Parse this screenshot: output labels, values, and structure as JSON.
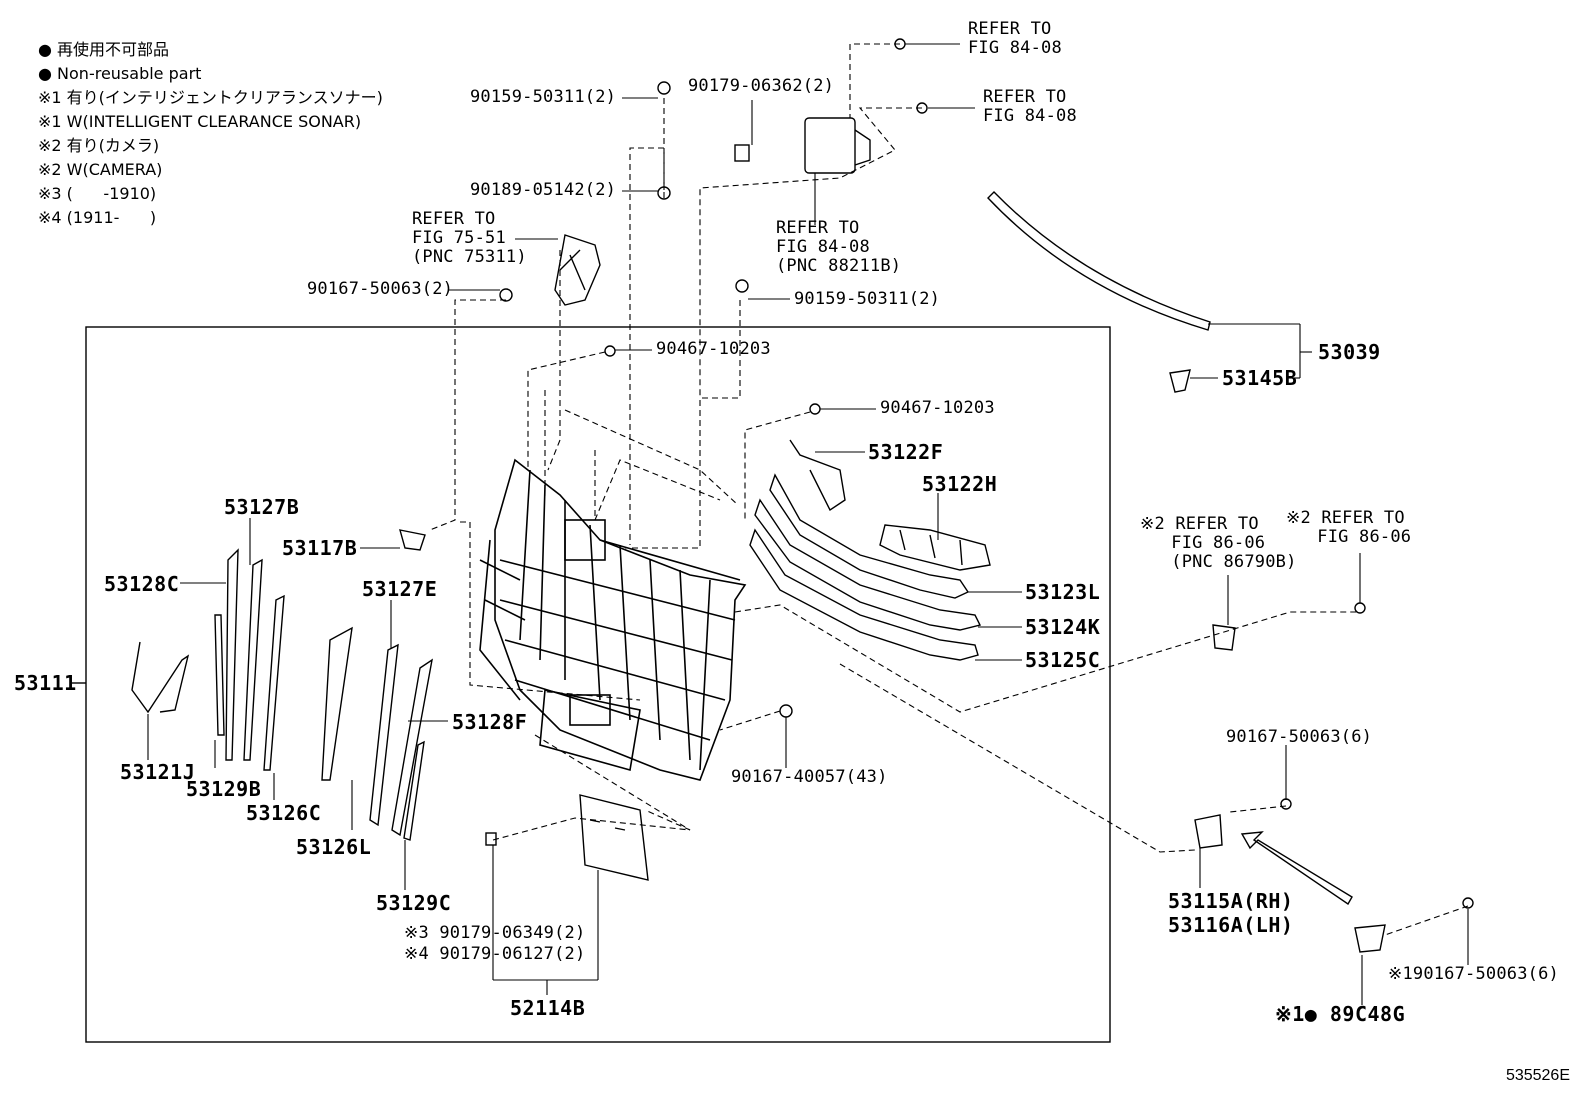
{
  "legend": [
    "● 再使用不可部品",
    "● Non-reusable part",
    "※1 有り(インテリジェントクリアランスソナー)",
    "※1 W(INTELLIGENT CLEARANCE SONAR)",
    "※2 有り(カメラ)",
    "※2 W(CAMERA)",
    "※3 (      -1910)",
    "※4 (1911-      )"
  ],
  "labels": {
    "ref_top1": "REFER TO\nFIG 84-08",
    "ref_top2": "REFER TO\nFIG 84-08",
    "ref_mid": "REFER TO\nFIG 84-08\n(PNC 88211B)",
    "ref_7551": "REFER TO\nFIG 75-51\n(PNC 75311)",
    "ref_8606a": "※2 REFER TO\n   FIG 86-06\n   (PNC 86790B)",
    "ref_8606b": "※2 REFER TO\n   FIG 86-06",
    "p90159a": "90159-50311(2)",
    "p90179a": "90179-06362(2)",
    "p90189": "90189-05142(2)",
    "p90167a": "90167-50063(2)",
    "p90159b": "90159-50311(2)",
    "p90467a": "90467-10203",
    "p90467b": "90467-10203",
    "p53039": "53039",
    "p53145b": "53145B",
    "p53122f": "53122F",
    "p53122h": "53122H",
    "p53123l": "53123L",
    "p53124k": "53124K",
    "p53125c": "53125C",
    "p53127b": "53127B",
    "p53117b": "53117B",
    "p53128c": "53128C",
    "p53127e": "53127E",
    "p53111": "53111",
    "p53128f": "53128F",
    "p53121j": "53121J",
    "p53129b": "53129B",
    "p53126c": "53126C",
    "p53126l": "53126L",
    "p53129c": "53129C",
    "p90167c": "90167-40057(43)",
    "p90167b": "90167-50063(6)",
    "p53115a": "53115A(RH)\n53116A(LH)",
    "p90179b": "※3 90179-06349(2)\n※4 90179-06127(2)",
    "p52114b": "52114B",
    "p190167": "※190167-50063(6)",
    "p89c48g": "※1● 89C48G"
  },
  "figure_id": "535526E"
}
